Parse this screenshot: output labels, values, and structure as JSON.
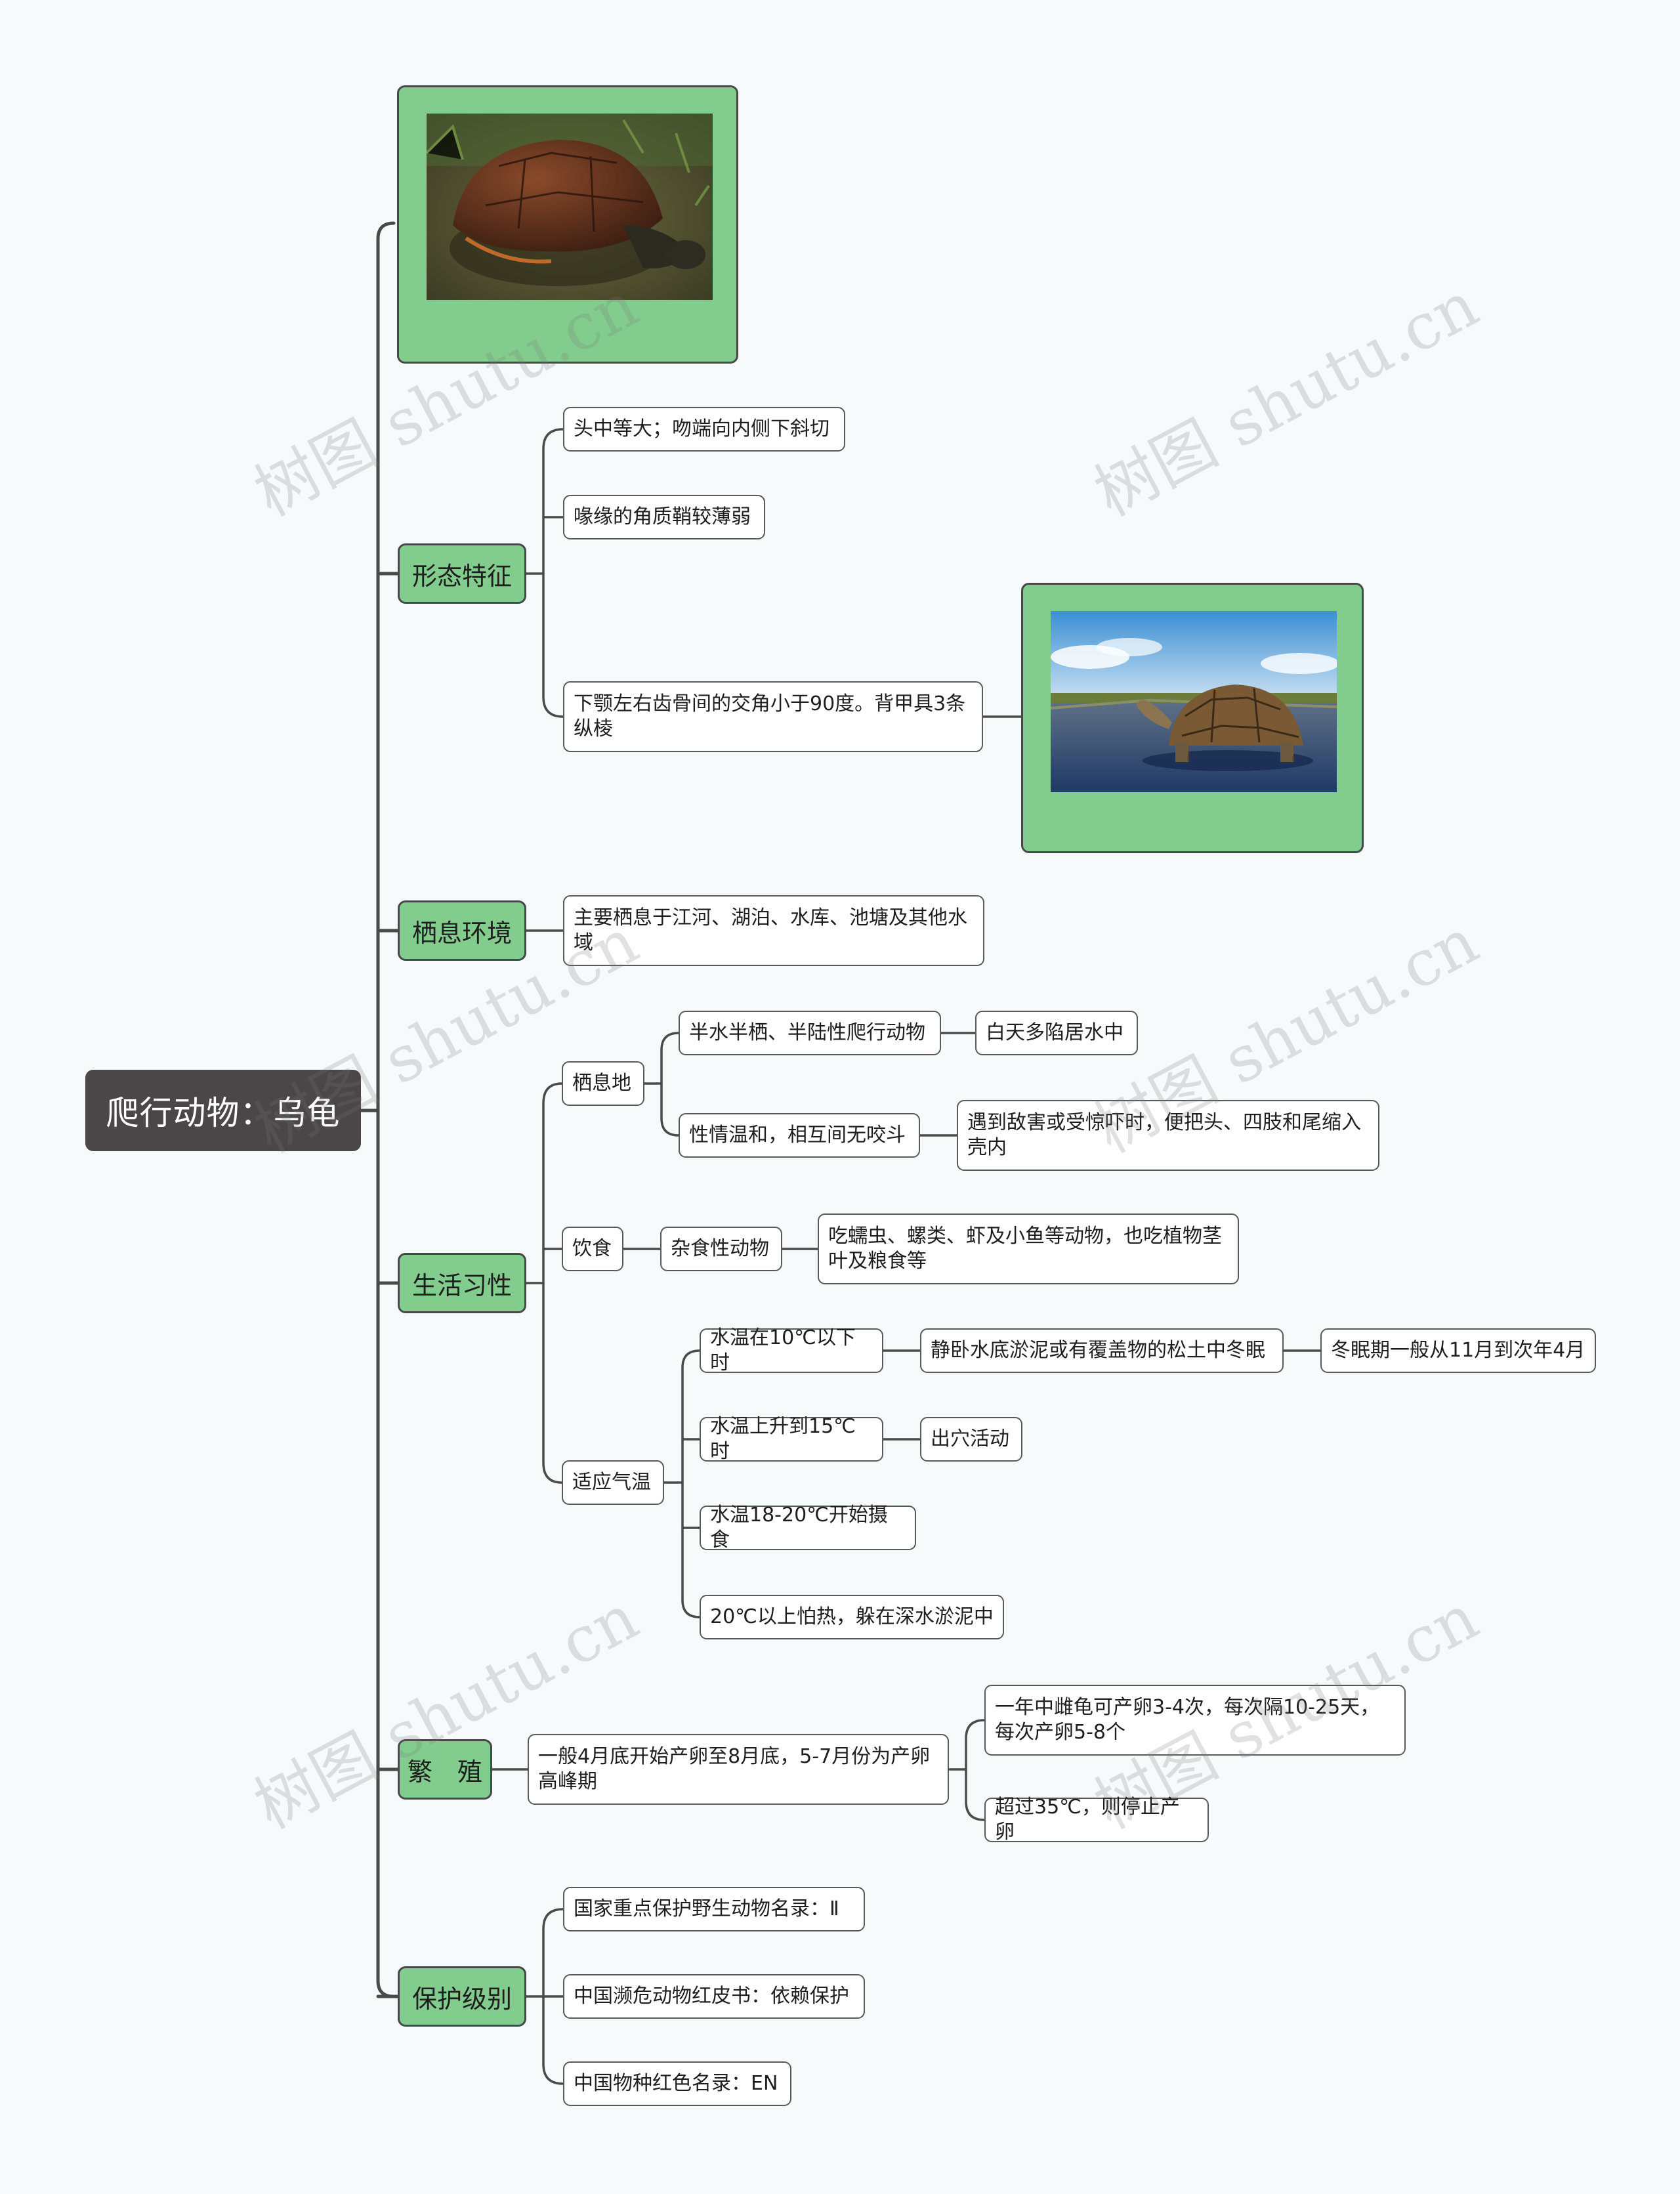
{
  "root": {
    "label": "爬行动物：乌龟"
  },
  "categories": {
    "morphology": {
      "label": "形态特征",
      "items": [
        "头中等大；吻端向内侧下斜切",
        "喙缘的角质鞘较薄弱",
        "下颚左右齿骨间的交角小于90度。背甲具3条纵棱"
      ]
    },
    "habitat": {
      "label": "栖息环境",
      "items": [
        "主要栖息于江河、湖泊、水库、池塘及其他水域"
      ]
    },
    "habits": {
      "label": "生活习性",
      "dwelling": {
        "label": "栖息地",
        "a": "半水半栖、半陆性爬行动物",
        "a1": "白天多陷居水中",
        "b": "性情温和，相互间无咬斗",
        "b1": "遇到敌害或受惊吓时，便把头、四肢和尾缩入壳内"
      },
      "diet": {
        "label": "饮食",
        "a": "杂食性动物",
        "a1": "吃蠕虫、螺类、虾及小鱼等动物，也吃植物茎叶及粮食等"
      },
      "climate": {
        "label": "适应气温",
        "c1": "水温在10℃以下时",
        "c1a": "静卧水底淤泥或有覆盖物的松土中冬眠",
        "c1b": "冬眠期一般从11月到次年4月",
        "c2": "水温上升到15℃时",
        "c2a": "出穴活动",
        "c3": "水温18-20℃开始摄食",
        "c4": "20℃以上怕热，躲在深水淤泥中"
      }
    },
    "breeding": {
      "label": "繁　殖",
      "main": "一般4月底开始产卵至8月底，5-7月份为产卵高峰期",
      "sub1": "一年中雌龟可产卵3-4次，每次隔10-25天，每次产卵5-8个",
      "sub2": "超过35℃，则停止产卵"
    },
    "protection": {
      "label": "保护级别",
      "items": [
        "国家重点保护野生动物名录：Ⅱ",
        "中国濒危动物红皮书：依赖保护",
        "中国物种红色名录：EN"
      ]
    }
  },
  "watermark": "树图 shutu.cn",
  "colors": {
    "category_fill": "#82cd8d",
    "root_fill": "#4b4748",
    "line": "#4a4a4a"
  }
}
